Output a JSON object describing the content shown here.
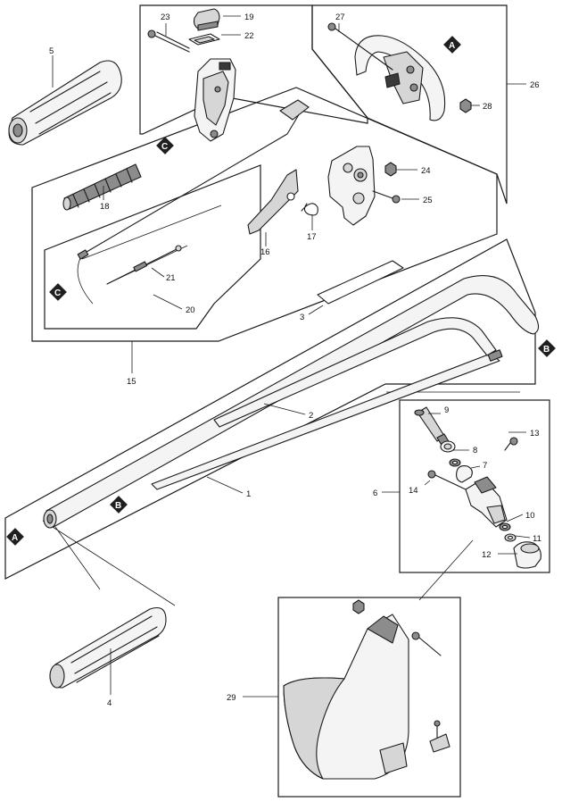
{
  "callouts": {
    "c1": "1",
    "c2": "2",
    "c3": "3",
    "c4": "4",
    "c5": "5",
    "c6": "6",
    "c7": "7",
    "c8": "8",
    "c9": "9",
    "c10": "10",
    "c11": "11",
    "c12": "12",
    "c13": "13",
    "c14": "14",
    "c15": "15",
    "c16": "16",
    "c17": "17",
    "c18": "18",
    "c19": "19",
    "c20": "20",
    "c21": "21",
    "c22": "22",
    "c23": "23",
    "c24": "24",
    "c25": "25",
    "c26": "26",
    "c27": "27",
    "c28": "28",
    "c29": "29"
  },
  "markers": {
    "a": "A",
    "b": "B",
    "c": "C"
  }
}
